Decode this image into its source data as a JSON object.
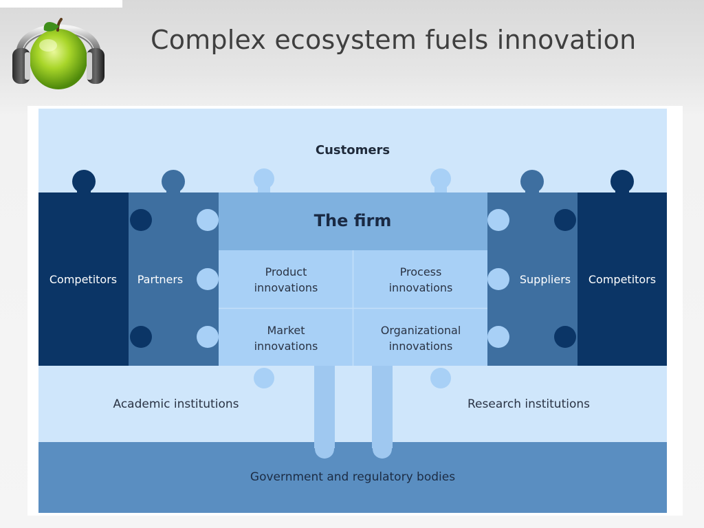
{
  "slide": {
    "title": "Complex ecosystem fuels innovation"
  },
  "logo": {
    "icon": "apple-headphones-icon"
  },
  "diagram": {
    "customers": "Customers",
    "firm": "The firm",
    "left_outer": "Competitors",
    "left_inner": "Partners",
    "right_inner": "Suppliers",
    "right_outer": "Competitors",
    "cells": {
      "product": [
        "Product",
        "innovations"
      ],
      "process": [
        "Process",
        "innovations"
      ],
      "market": [
        "Market",
        "innovations"
      ],
      "organizational": [
        "Organizational",
        "innovations"
      ]
    },
    "academic": "Academic institutions",
    "research": "Research institutions",
    "government": "Government and regulatory bodies"
  },
  "colors": {
    "light": "#cfe6fb",
    "firm_header": "#7fb1df",
    "cell": "#a8d0f6",
    "mid": "#3e6fa0",
    "dark": "#0b3566",
    "bottom": "#5a8ec1",
    "connector": "#9fc8f0",
    "text_dark": "#1f2a3a",
    "text_light": "#ffffff"
  }
}
